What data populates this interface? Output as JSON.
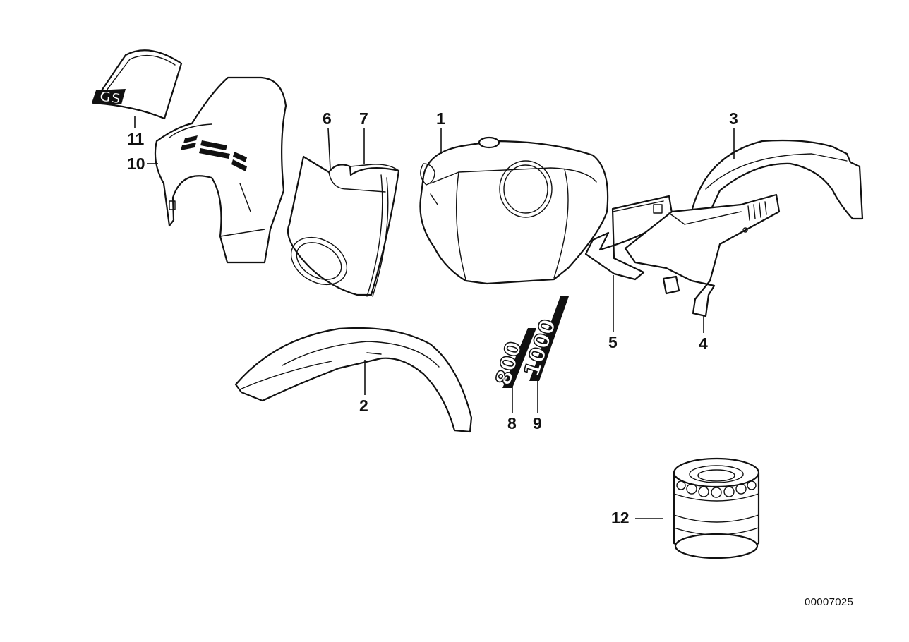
{
  "callouts": {
    "c1": "1",
    "c2": "2",
    "c3": "3",
    "c4": "4",
    "c5": "5",
    "c6": "6",
    "c7": "7",
    "c8": "8",
    "c9": "9",
    "c10": "10",
    "c11": "11",
    "c12": "12"
  },
  "decals": {
    "windshield_text": "GS",
    "decal_8_text": "800",
    "decal_9_text": "1000"
  },
  "document_number": "00007025"
}
